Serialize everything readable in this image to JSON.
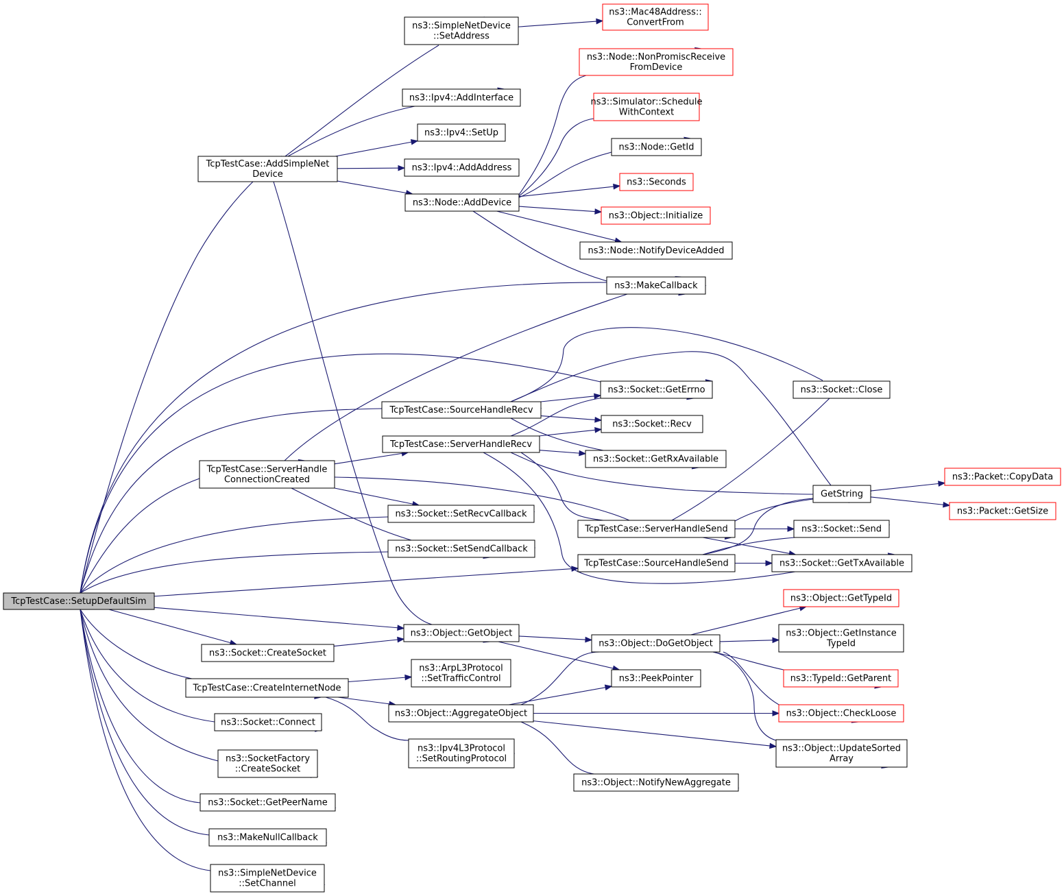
{
  "graph": {
    "colors": {
      "edge": "#191970",
      "box_border_default": "#000000",
      "box_border_truncated": "#ff0000",
      "root_fill": "#bfbfbf",
      "box_fill": "#ffffff"
    },
    "nodes": [
      {
        "id": "root",
        "lines": [
          "TcpTestCase::SetupDefaultSim"
        ],
        "style": "root"
      },
      {
        "id": "addSimple",
        "lines": [
          "TcpTestCase::AddSimpleNet",
          "Device"
        ],
        "style": "normal"
      },
      {
        "id": "setAddress",
        "lines": [
          "ns3::SimpleNetDevice",
          "::SetAddress"
        ],
        "style": "normal"
      },
      {
        "id": "convertFrom",
        "lines": [
          "ns3::Mac48Address::",
          "ConvertFrom"
        ],
        "style": "truncated"
      },
      {
        "id": "nonPromisc",
        "lines": [
          "ns3::Node::NonPromiscReceive",
          "FromDevice"
        ],
        "style": "truncated"
      },
      {
        "id": "addInterface",
        "lines": [
          "ns3::Ipv4::AddInterface"
        ],
        "style": "normal"
      },
      {
        "id": "scheduleCtx",
        "lines": [
          "ns3::Simulator::Schedule",
          "WithContext"
        ],
        "style": "truncated"
      },
      {
        "id": "setUp",
        "lines": [
          "ns3::Ipv4::SetUp"
        ],
        "style": "normal"
      },
      {
        "id": "getId",
        "lines": [
          "ns3::Node::GetId"
        ],
        "style": "normal"
      },
      {
        "id": "addAddress",
        "lines": [
          "ns3::Ipv4::AddAddress"
        ],
        "style": "normal"
      },
      {
        "id": "seconds",
        "lines": [
          "ns3::Seconds"
        ],
        "style": "truncated"
      },
      {
        "id": "addDevice",
        "lines": [
          "ns3::Node::AddDevice"
        ],
        "style": "normal"
      },
      {
        "id": "initialize",
        "lines": [
          "ns3::Object::Initialize"
        ],
        "style": "truncated"
      },
      {
        "id": "notifyDevAdded",
        "lines": [
          "ns3::Node::NotifyDeviceAdded"
        ],
        "style": "normal"
      },
      {
        "id": "makeCallback",
        "lines": [
          "ns3::MakeCallback"
        ],
        "style": "normal"
      },
      {
        "id": "sockClose",
        "lines": [
          "ns3::Socket::Close"
        ],
        "style": "normal"
      },
      {
        "id": "getErrno",
        "lines": [
          "ns3::Socket::GetErrno"
        ],
        "style": "normal"
      },
      {
        "id": "srcHandleRecv",
        "lines": [
          "TcpTestCase::SourceHandleRecv"
        ],
        "style": "normal"
      },
      {
        "id": "recv",
        "lines": [
          "ns3::Socket::Recv"
        ],
        "style": "normal"
      },
      {
        "id": "srvHandleRecv",
        "lines": [
          "TcpTestCase::ServerHandleRecv"
        ],
        "style": "normal"
      },
      {
        "id": "getRxAvail",
        "lines": [
          "ns3::Socket::GetRxAvailable"
        ],
        "style": "normal"
      },
      {
        "id": "srvConnCreated",
        "lines": [
          "TcpTestCase::ServerHandle",
          "ConnectionCreated"
        ],
        "style": "normal"
      },
      {
        "id": "copyData",
        "lines": [
          "ns3::Packet::CopyData"
        ],
        "style": "truncated"
      },
      {
        "id": "getString",
        "lines": [
          "GetString"
        ],
        "style": "normal"
      },
      {
        "id": "getSize",
        "lines": [
          "ns3::Packet::GetSize"
        ],
        "style": "truncated"
      },
      {
        "id": "setRecvCb",
        "lines": [
          "ns3::Socket::SetRecvCallback"
        ],
        "style": "normal"
      },
      {
        "id": "srvHandleSend",
        "lines": [
          "TcpTestCase::ServerHandleSend"
        ],
        "style": "normal"
      },
      {
        "id": "send",
        "lines": [
          "ns3::Socket::Send"
        ],
        "style": "normal"
      },
      {
        "id": "setSendCb",
        "lines": [
          "ns3::Socket::SetSendCallback"
        ],
        "style": "normal"
      },
      {
        "id": "srcHandleSend",
        "lines": [
          "TcpTestCase::SourceHandleSend"
        ],
        "style": "normal"
      },
      {
        "id": "getTxAvail",
        "lines": [
          "ns3::Socket::GetTxAvailable"
        ],
        "style": "normal"
      },
      {
        "id": "getTypeId",
        "lines": [
          "ns3::Object::GetTypeId"
        ],
        "style": "truncated"
      },
      {
        "id": "getObject",
        "lines": [
          "ns3::Object::GetObject"
        ],
        "style": "normal"
      },
      {
        "id": "doGetObject",
        "lines": [
          "ns3::Object::DoGetObject"
        ],
        "style": "normal"
      },
      {
        "id": "getInstTypeId",
        "lines": [
          "ns3::Object::GetInstance",
          "TypeId"
        ],
        "style": "normal"
      },
      {
        "id": "createSocket",
        "lines": [
          "ns3::Socket::CreateSocket"
        ],
        "style": "normal"
      },
      {
        "id": "arpSetTc",
        "lines": [
          "ns3::ArpL3Protocol",
          "::SetTrafficControl"
        ],
        "style": "normal"
      },
      {
        "id": "peekPointer",
        "lines": [
          "ns3::PeekPointer"
        ],
        "style": "normal"
      },
      {
        "id": "getParent",
        "lines": [
          "ns3::TypeId::GetParent"
        ],
        "style": "truncated"
      },
      {
        "id": "createInetNode",
        "lines": [
          "TcpTestCase::CreateInternetNode"
        ],
        "style": "normal"
      },
      {
        "id": "aggregate",
        "lines": [
          "ns3::Object::AggregateObject"
        ],
        "style": "normal"
      },
      {
        "id": "checkLoose",
        "lines": [
          "ns3::Object::CheckLoose"
        ],
        "style": "truncated"
      },
      {
        "id": "connect",
        "lines": [
          "ns3::Socket::Connect"
        ],
        "style": "normal"
      },
      {
        "id": "ipv4SetRouting",
        "lines": [
          "ns3::Ipv4L3Protocol",
          "::SetRoutingProtocol"
        ],
        "style": "normal"
      },
      {
        "id": "updateSorted",
        "lines": [
          "ns3::Object::UpdateSorted",
          "Array"
        ],
        "style": "normal"
      },
      {
        "id": "sfCreateSocket",
        "lines": [
          "ns3::SocketFactory",
          "::CreateSocket"
        ],
        "style": "normal"
      },
      {
        "id": "notifyNewAgg",
        "lines": [
          "ns3::Object::NotifyNewAggregate"
        ],
        "style": "normal"
      },
      {
        "id": "getPeerName",
        "lines": [
          "ns3::Socket::GetPeerName"
        ],
        "style": "normal"
      },
      {
        "id": "makeNullCb",
        "lines": [
          "ns3::MakeNullCallback"
        ],
        "style": "normal"
      },
      {
        "id": "setChannel",
        "lines": [
          "ns3::SimpleNetDevice",
          "::SetChannel"
        ],
        "style": "normal"
      }
    ],
    "edges": [
      [
        "root",
        "addSimple"
      ],
      [
        "root",
        "makeCallback"
      ],
      [
        "root",
        "getErrno"
      ],
      [
        "root",
        "srcHandleRecv"
      ],
      [
        "root",
        "srvConnCreated"
      ],
      [
        "root",
        "setRecvCb"
      ],
      [
        "root",
        "setSendCb"
      ],
      [
        "root",
        "srcHandleSend"
      ],
      [
        "root",
        "getObject"
      ],
      [
        "root",
        "createSocket"
      ],
      [
        "root",
        "createInetNode"
      ],
      [
        "root",
        "connect"
      ],
      [
        "root",
        "sfCreateSocket"
      ],
      [
        "root",
        "getPeerName"
      ],
      [
        "root",
        "makeNullCb"
      ],
      [
        "root",
        "setChannel"
      ],
      [
        "addSimple",
        "setAddress"
      ],
      [
        "addSimple",
        "addInterface"
      ],
      [
        "addSimple",
        "setUp"
      ],
      [
        "addSimple",
        "addAddress"
      ],
      [
        "addSimple",
        "addDevice"
      ],
      [
        "addSimple",
        "getObject"
      ],
      [
        "setAddress",
        "convertFrom"
      ],
      [
        "addDevice",
        "nonPromisc"
      ],
      [
        "addDevice",
        "scheduleCtx"
      ],
      [
        "addDevice",
        "getId"
      ],
      [
        "addDevice",
        "seconds"
      ],
      [
        "addDevice",
        "initialize"
      ],
      [
        "addDevice",
        "notifyDevAdded"
      ],
      [
        "addDevice",
        "makeCallback"
      ],
      [
        "srvConnCreated",
        "makeCallback"
      ],
      [
        "srvConnCreated",
        "srvHandleRecv"
      ],
      [
        "srvConnCreated",
        "srvHandleSend"
      ],
      [
        "srvConnCreated",
        "setRecvCb"
      ],
      [
        "srvConnCreated",
        "setSendCb"
      ],
      [
        "srcHandleRecv",
        "sockClose"
      ],
      [
        "srcHandleRecv",
        "getErrno"
      ],
      [
        "srcHandleRecv",
        "getString"
      ],
      [
        "srcHandleRecv",
        "recv"
      ],
      [
        "srcHandleRecv",
        "getRxAvail"
      ],
      [
        "srvHandleRecv",
        "getErrno"
      ],
      [
        "srvHandleRecv",
        "recv"
      ],
      [
        "srvHandleRecv",
        "getRxAvail"
      ],
      [
        "srvHandleRecv",
        "getString"
      ],
      [
        "srvHandleRecv",
        "srvHandleSend"
      ],
      [
        "srvHandleRecv",
        "getTxAvail"
      ],
      [
        "srvHandleSend",
        "sockClose"
      ],
      [
        "srvHandleSend",
        "getString"
      ],
      [
        "srvHandleSend",
        "send"
      ],
      [
        "srvHandleSend",
        "getTxAvail"
      ],
      [
        "srcHandleSend",
        "getString"
      ],
      [
        "srcHandleSend",
        "send"
      ],
      [
        "srcHandleSend",
        "getTxAvail"
      ],
      [
        "getString",
        "copyData"
      ],
      [
        "getString",
        "getSize"
      ],
      [
        "getObject",
        "doGetObject"
      ],
      [
        "getObject",
        "peekPointer"
      ],
      [
        "doGetObject",
        "getTypeId"
      ],
      [
        "doGetObject",
        "getInstTypeId"
      ],
      [
        "doGetObject",
        "getParent"
      ],
      [
        "doGetObject",
        "checkLoose"
      ],
      [
        "doGetObject",
        "updateSorted"
      ],
      [
        "createSocket",
        "getObject"
      ],
      [
        "createInetNode",
        "arpSetTc"
      ],
      [
        "createInetNode",
        "aggregate"
      ],
      [
        "createInetNode",
        "ipv4SetRouting"
      ],
      [
        "aggregate",
        "doGetObject"
      ],
      [
        "aggregate",
        "peekPointer"
      ],
      [
        "aggregate",
        "checkLoose"
      ],
      [
        "aggregate",
        "updateSorted"
      ],
      [
        "aggregate",
        "notifyNewAgg"
      ]
    ]
  }
}
